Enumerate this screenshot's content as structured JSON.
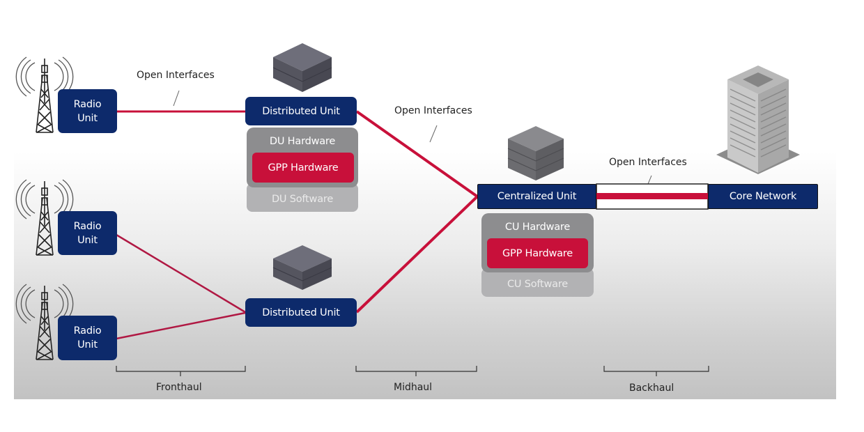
{
  "colors": {
    "navy": "#0d2a6b",
    "link_red": "#c8103a",
    "hardware_grey": "#8d8d8f",
    "software_grey": "#b2b2b4"
  },
  "radio_units": [
    {
      "line1": "Radio",
      "line2": "Unit"
    },
    {
      "line1": "Radio",
      "line2": "Unit"
    },
    {
      "line1": "Radio",
      "line2": "Unit"
    }
  ],
  "distributed_units": [
    {
      "title": "Distributed Unit",
      "hardware": "DU Hardware",
      "gpp": "GPP Hardware",
      "software": "DU Software"
    },
    {
      "title": "Distributed Unit"
    }
  ],
  "centralized_unit": {
    "title": "Centralized Unit",
    "hardware": "CU Hardware",
    "gpp": "GPP Hardware",
    "software": "CU Software"
  },
  "core_network": {
    "title": "Core Network"
  },
  "interface_labels": [
    "Open Interfaces",
    "Open Interfaces",
    "Open Interfaces"
  ],
  "segments": [
    "Fronthaul",
    "Midhaul",
    "Backhaul"
  ]
}
